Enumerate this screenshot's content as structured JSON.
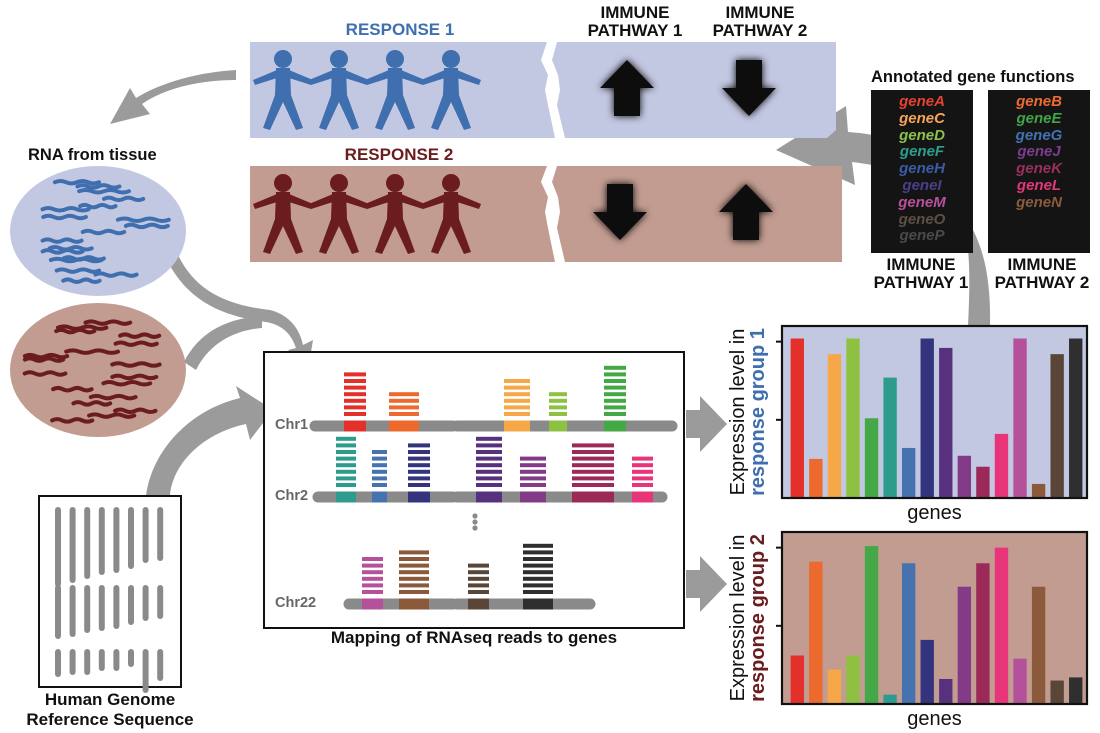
{
  "colors": {
    "response1": "#3f6fae",
    "response1_bg": "#c3c8e2",
    "response2": "#6a1c1e",
    "response2_bg": "#c29c90",
    "arrow_grey": "#999999",
    "chromosome_grey": "#8a8a8a",
    "gene_palette": [
      "#e4302b",
      "#ec6a2e",
      "#f6a848",
      "#8ec042",
      "#45a846",
      "#2e9c8c",
      "#4672b0",
      "#34337e",
      "#57317e",
      "#833a87",
      "#9c2a58",
      "#e83478",
      "#b5519a",
      "#8a5a3a",
      "#5a4638",
      "#2f2f2f"
    ]
  },
  "top": {
    "response1_label": "RESPONSE 1",
    "response2_label": "RESPONSE 2",
    "pathway1_header": [
      "IMMUNE",
      "PATHWAY 1"
    ],
    "pathway2_header": [
      "IMMUNE",
      "PATHWAY 2"
    ],
    "response1_arrows": [
      "up",
      "down"
    ],
    "response2_arrows": [
      "down",
      "up"
    ],
    "people_count": 4
  },
  "annotations": {
    "title": "Annotated gene functions",
    "pathway1": {
      "label": [
        "IMMUNE",
        "PATHWAY 1"
      ],
      "genes": [
        {
          "name": "geneA",
          "color": "#e4432f"
        },
        {
          "name": "geneC",
          "color": "#f5a556"
        },
        {
          "name": "geneD",
          "color": "#8cc24a"
        },
        {
          "name": "geneF",
          "color": "#2f9e8e"
        },
        {
          "name": "geneH",
          "color": "#3b5ca6"
        },
        {
          "name": "geneI",
          "color": "#4a3f8a"
        },
        {
          "name": "geneM",
          "color": "#b9509b"
        },
        {
          "name": "geneO",
          "color": "#5e4f44"
        },
        {
          "name": "geneP",
          "color": "#4a4a4a"
        }
      ]
    },
    "pathway2": {
      "label": [
        "IMMUNE",
        "PATHWAY 2"
      ],
      "genes": [
        {
          "name": "geneB",
          "color": "#ec6c33"
        },
        {
          "name": "geneE",
          "color": "#3fa548"
        },
        {
          "name": "geneG",
          "color": "#4372b3"
        },
        {
          "name": "geneJ",
          "color": "#7c3d8e"
        },
        {
          "name": "geneK",
          "color": "#9a2e5c"
        },
        {
          "name": "geneL",
          "color": "#e2377a"
        },
        {
          "name": "geneN",
          "color": "#8a5c3c"
        }
      ]
    }
  },
  "rna": {
    "title": "RNA from tissue"
  },
  "genome": {
    "caption": [
      "Human Genome",
      "Reference Sequence"
    ]
  },
  "mapping": {
    "caption": "Mapping of RNAseq reads to genes",
    "chromosomes": [
      {
        "label": "Chr1",
        "genes": [
          {
            "color": "#e4302b",
            "reads": 7
          },
          {
            "color": "#ec6a2e",
            "reads": 4
          },
          {
            "color": "#f6a848",
            "reads": 6
          },
          {
            "color": "#8ec042",
            "reads": 4
          },
          {
            "color": "#45a846",
            "reads": 8
          }
        ]
      },
      {
        "label": "Chr2",
        "genes": [
          {
            "color": "#2e9c8c",
            "reads": 8
          },
          {
            "color": "#4672b0",
            "reads": 6
          },
          {
            "color": "#34337e",
            "reads": 7
          },
          {
            "color": "#57317e",
            "reads": 8
          },
          {
            "color": "#833a87",
            "reads": 5
          },
          {
            "color": "#9c2a58",
            "reads": 7
          },
          {
            "color": "#e83478",
            "reads": 5
          }
        ]
      },
      {
        "label": "Chr22",
        "genes": [
          {
            "color": "#b5519a",
            "reads": 6
          },
          {
            "color": "#8a5a3a",
            "reads": 7
          },
          {
            "color": "#5a4638",
            "reads": 5
          },
          {
            "color": "#2f2f2f",
            "reads": 8
          }
        ]
      }
    ]
  },
  "chart_data": [
    {
      "type": "bar",
      "title": "",
      "xlabel": "genes",
      "ylabel": [
        "Expression level in",
        "response group 1"
      ],
      "ylim": [
        0,
        1.1
      ],
      "yticks": [
        0.5,
        1.0
      ],
      "tick_labels_shown": false,
      "grid": false,
      "background": "#c3c8e2",
      "categories": [
        "geneA",
        "geneB",
        "geneC",
        "geneD",
        "geneE",
        "geneF",
        "geneG",
        "geneH",
        "geneI",
        "geneJ",
        "geneK",
        "geneL",
        "geneM",
        "geneN",
        "geneO",
        "geneP"
      ],
      "values": [
        1.02,
        0.25,
        0.92,
        1.02,
        0.51,
        0.77,
        0.32,
        1.02,
        0.96,
        0.27,
        0.2,
        0.41,
        1.02,
        0.09,
        0.92,
        1.02
      ]
    },
    {
      "type": "bar",
      "title": "",
      "xlabel": "genes",
      "ylabel": [
        "Expression level in",
        "response group 2"
      ],
      "ylim": [
        0,
        1.1
      ],
      "yticks": [
        0.5,
        1.0
      ],
      "tick_labels_shown": false,
      "grid": false,
      "background": "#c29c90",
      "categories": [
        "geneA",
        "geneB",
        "geneC",
        "geneD",
        "geneE",
        "geneF",
        "geneG",
        "geneH",
        "geneI",
        "geneJ",
        "geneK",
        "geneL",
        "geneM",
        "geneN",
        "geneO",
        "geneP"
      ],
      "values": [
        0.31,
        0.91,
        0.22,
        0.31,
        1.01,
        0.06,
        0.9,
        0.41,
        0.16,
        0.75,
        0.9,
        1.0,
        0.29,
        0.75,
        0.15,
        0.17
      ]
    }
  ]
}
